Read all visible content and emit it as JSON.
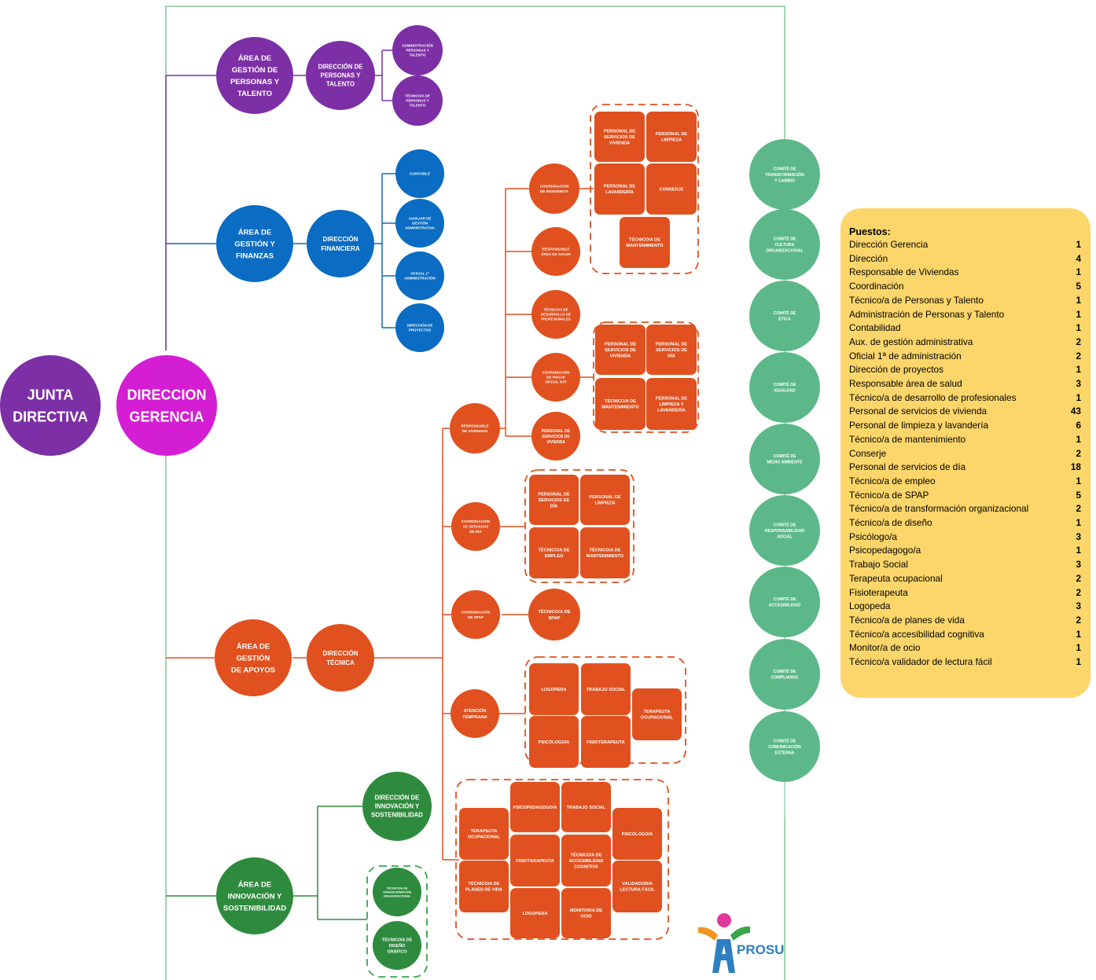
{
  "colors": {
    "purple": "#7d2fa6",
    "magenta": "#d41ed4",
    "blue": "#0a6cc2",
    "orange": "#e0511f",
    "green": "#2e8b3d",
    "comite": "#5cb889",
    "legend_bg": "#fcd66b",
    "line_green": "#6dbf80"
  },
  "core": {
    "junta": "JUNTA DIRECTIVA",
    "gerencia": "DIRECCION GERENCIA"
  },
  "personas": {
    "area": "ÁREA DE GESTIÓN DE PERSONAS Y TALENTO",
    "direccion": "DIRECCIÓN DE PERSONAS Y TALENTO",
    "subs": [
      "ADMINISTRACIÓN PERSONAS Y TALENTO",
      "TÉCNICO/A DE PERSONAS Y TALENTO"
    ]
  },
  "finanzas": {
    "area": "ÁREA DE GESTIÓN Y FINANZAS",
    "direccion": "DIRECCIÓN FINANCIERA",
    "subs": [
      "CONTABLE",
      "AUXILIAR DE GESTIÓN ADMINISTRATIVA",
      "OFICIAL 1º ADMINISTRACIÓN",
      "DIRECCIÓN DE PROYECTOS"
    ]
  },
  "apoyos": {
    "area": "ÁREA DE GESTIÓN DE APOYOS",
    "direccion": "DIRECCIÓN TÉCNICA",
    "responsable_viviendas": "RESPONSABLE DE VIVIENDAS",
    "residencia": {
      "coordinacion": "COORDINACIÓN DE RESIDENCIA",
      "boxes": [
        "PERSONAL DE SERVICIOS DE VIVIENDA",
        "PERSONAL DE LIMPIEZA",
        "PERSONAL DE LAVANDERÍA",
        "CONSERJE",
        "TÉCNICO/A DE MANTENIMIENTO"
      ]
    },
    "responsable_salud": "RESPONSABLE ÁREA DE SALUD",
    "desarrollo": "TÉCNICO/A DE DESARROLLO DE PROFESIONALES",
    "hogar": {
      "coordinacion": "COORDINACIÓN DE HOGAR OFICIAL NTP",
      "boxes": [
        "PERSONAL DE SERVICIOS DE VIVIENDA",
        "PERSONAL DE SERVICIOS DE DÍA",
        "TÉCNICO/A DE MANTENIMIENTO",
        "PERSONAL DE LIMPIEZA Y LAVANDERÍA"
      ]
    },
    "personal_vivienda": "PERSONAL DE SERVICIOS DE VIVIENDA",
    "servicios_dia": {
      "coordinacion": "COORDINACIÓN DE SERVICIOS DE DÍA",
      "boxes": [
        "PERSONAL DE SERVICIOS DE DÍA",
        "PERSONAL DE LIMPIEZA",
        "TÉCNICO/A DE EMPLEO",
        "TÉCNICO/A DE MANTENIMIENTO"
      ]
    },
    "spap": {
      "coordinacion": "COORDINACIÓN DE SPAP",
      "tecnico": "TÉCNICO/A DE SPAP"
    },
    "atencion": {
      "coordinacion": "ATENCIÓN TEMPRANA",
      "boxes": [
        "LOGOPEDA",
        "TRABAJO SOCIAL",
        "TERAPEUTA OCUPACIONAL",
        "PSICÓLOGO/A",
        "FISIOTERAPEUTA"
      ]
    },
    "general_boxes": [
      "PSICOPEDAGOGO/A",
      "TRABAJO SOCIAL",
      "TERAPEUTA OCUPACIONAL",
      "PSICÓLOGO/A",
      "FISIOTERAPEUTA",
      "TÉCNICO/A DE ACCESIBILIDAD COGNITIVA",
      "TÉCNICO/A DE PLANES DE VIDA",
      "VALIDADOR/A LECTURA FÁCIL",
      "LOGOPEDA",
      "MONITOR/A DE OCIO"
    ]
  },
  "innovacion": {
    "area": "ÁREA DE INNOVACIÓN Y SOSTENIBILIDAD",
    "direccion": "DIRECCIÓN DE INNOVACIÓN Y SOSTENIBILIDAD",
    "subs": [
      "TÉCNICO/A DE TRANSFORMACIÓN ORGANIZACIONAL",
      "TÉCNICO/A DE DISEÑO GRÁFICO"
    ]
  },
  "comites": [
    "COMITÉ DE TRANSFORMACIÓN Y CAMBIO",
    "COMITÉ DE CULTURA ORGANIZACIONAL",
    "COMITÉ DE ÉTICA",
    "COMITÉ DE IGUALDAD",
    "COMITÉ DE MEDIO AMBIENTE",
    "COMITÉ DE RESPONSABILIDAD SOCIAL",
    "COMITÉ DE ACCESIBILIDAD",
    "COMITÉ DE COMPLIANCE",
    "COMITÉ DE COMUNICACIÓN EXTERNA"
  ],
  "legend": {
    "title": "Puestos:",
    "rows": [
      {
        "label": "Dirección Gerencia",
        "qty": "1"
      },
      {
        "label": "Dirección",
        "qty": "4"
      },
      {
        "label": "Responsable de Viviendas",
        "qty": "1"
      },
      {
        "label": "Coordinación",
        "qty": "5"
      },
      {
        "label": "Técnico/a de Personas y Talento",
        "qty": "1"
      },
      {
        "label": "Administración de Personas y Talento",
        "qty": "1"
      },
      {
        "label": "Contabilidad",
        "qty": "1"
      },
      {
        "label": "Aux. de gestión administrativa",
        "qty": "2"
      },
      {
        "label": "Oficial 1ª de administración",
        "qty": "2"
      },
      {
        "label": "Dirección de proyectos",
        "qty": "1"
      },
      {
        "label": "Responsable área de salud",
        "qty": "3"
      },
      {
        "label": "Técnico/a de desarrollo de profesionales",
        "qty": "1"
      },
      {
        "label": "Personal de servicios de vivienda",
        "qty": "43"
      },
      {
        "label": "Personal de limpieza y lavandería",
        "qty": "6"
      },
      {
        "label": "Técnico/a de mantenimiento",
        "qty": "1"
      },
      {
        "label": "Conserje",
        "qty": "2"
      },
      {
        "label": "Personal de servicios de día",
        "qty": "18"
      },
      {
        "label": "Técnico/a de empleo",
        "qty": "1"
      },
      {
        "label": "Técnico/a de SPAP",
        "qty": "5"
      },
      {
        "label": "Técnico/a de transformación organizacional",
        "qty": "2"
      },
      {
        "label": "Técnico/a de diseño",
        "qty": "1"
      },
      {
        "label": "Psicólogo/a",
        "qty": "3"
      },
      {
        "label": "Psicopedagogo/a",
        "qty": "1"
      },
      {
        "label": "Trabajo Social",
        "qty": "3"
      },
      {
        "label": "Terapeuta ocupacional",
        "qty": "2"
      },
      {
        "label": "Fisioterapeuta",
        "qty": "2"
      },
      {
        "label": "Logopeda",
        "qty": "3"
      },
      {
        "label": "Técnico/a de planes de vida",
        "qty": "2"
      },
      {
        "label": "Técnico/a accesibilidad cognitiva",
        "qty": "1"
      },
      {
        "label": "Monitor/a de ocio",
        "qty": "1"
      },
      {
        "label": "Técnico/a validador de lectura fácil",
        "qty": "1"
      }
    ]
  },
  "logo": {
    "text": "PROSU"
  }
}
